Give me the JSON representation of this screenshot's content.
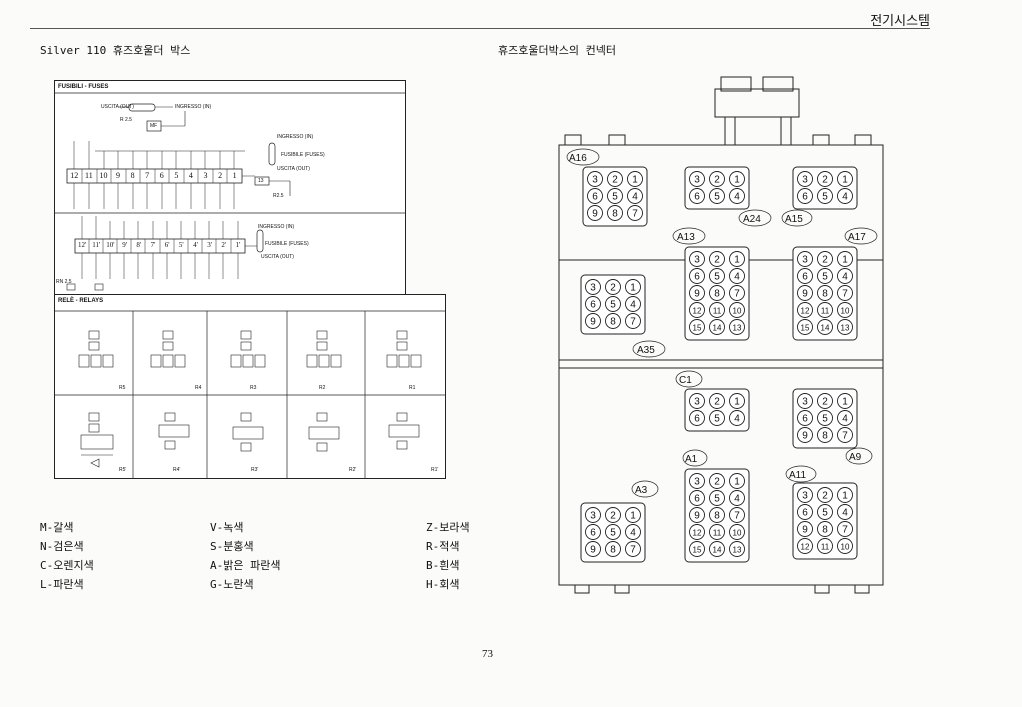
{
  "header": {
    "title": "전기시스템"
  },
  "left": {
    "title": "Silver 110 휴즈호울더 박스",
    "fuse_panel": {
      "label": "FUSIBILI - FUSES",
      "usb_out_top": "USCITA (OUT)",
      "ingresso_top": "INGRESSO (IN)",
      "wire_r25": "R 2.5",
      "mf": "MF",
      "ingresso_mid": "INGRESSO (IN)",
      "fusible_mid": "FUSIBILE (FUSES)",
      "usb_out_mid": "USCITA (OUT)",
      "ingresso_low": "INGRESSO (IN)",
      "fusible_low": "FUSIBILE (FUSES)",
      "usb_out_low": "USCITA (OUT)",
      "fuse13": "13",
      "r25b": "R2.5",
      "rn25": "RN 2.5",
      "fuses_top": [
        "12",
        "11",
        "10",
        "9",
        "8",
        "7",
        "6",
        "5",
        "4",
        "3",
        "2",
        "1"
      ],
      "fuses_bottom": [
        "12'",
        "11'",
        "10'",
        "9'",
        "8'",
        "7'",
        "6'",
        "5'",
        "4'",
        "3'",
        "2'",
        "1'"
      ]
    },
    "relay_panel": {
      "label": "RELÈ - RELAYS",
      "relays_top": [
        "R5",
        "R4",
        "R3",
        "R2",
        "R1"
      ],
      "relays_bottom": [
        "R5'",
        "R4'",
        "R3'",
        "R2'",
        "R1'"
      ]
    },
    "legend": [
      [
        "M-갈색",
        "V-녹색",
        "Z-보라색"
      ],
      [
        "N-검은색",
        "S-분홍색",
        "R-적색"
      ],
      [
        "C-오렌지색",
        "A-밝은 파란색",
        "B-흰색"
      ],
      [
        "L-파란색",
        "G-노란색",
        "H-회색"
      ]
    ]
  },
  "right": {
    "title": "휴즈호울더박스의 컨넥터",
    "connectors": [
      "A16",
      "A24",
      "A15",
      "A13",
      "A17",
      "A35",
      "C1",
      "A1",
      "A9",
      "A3",
      "A11"
    ]
  },
  "footer": {
    "page_number": "73"
  }
}
